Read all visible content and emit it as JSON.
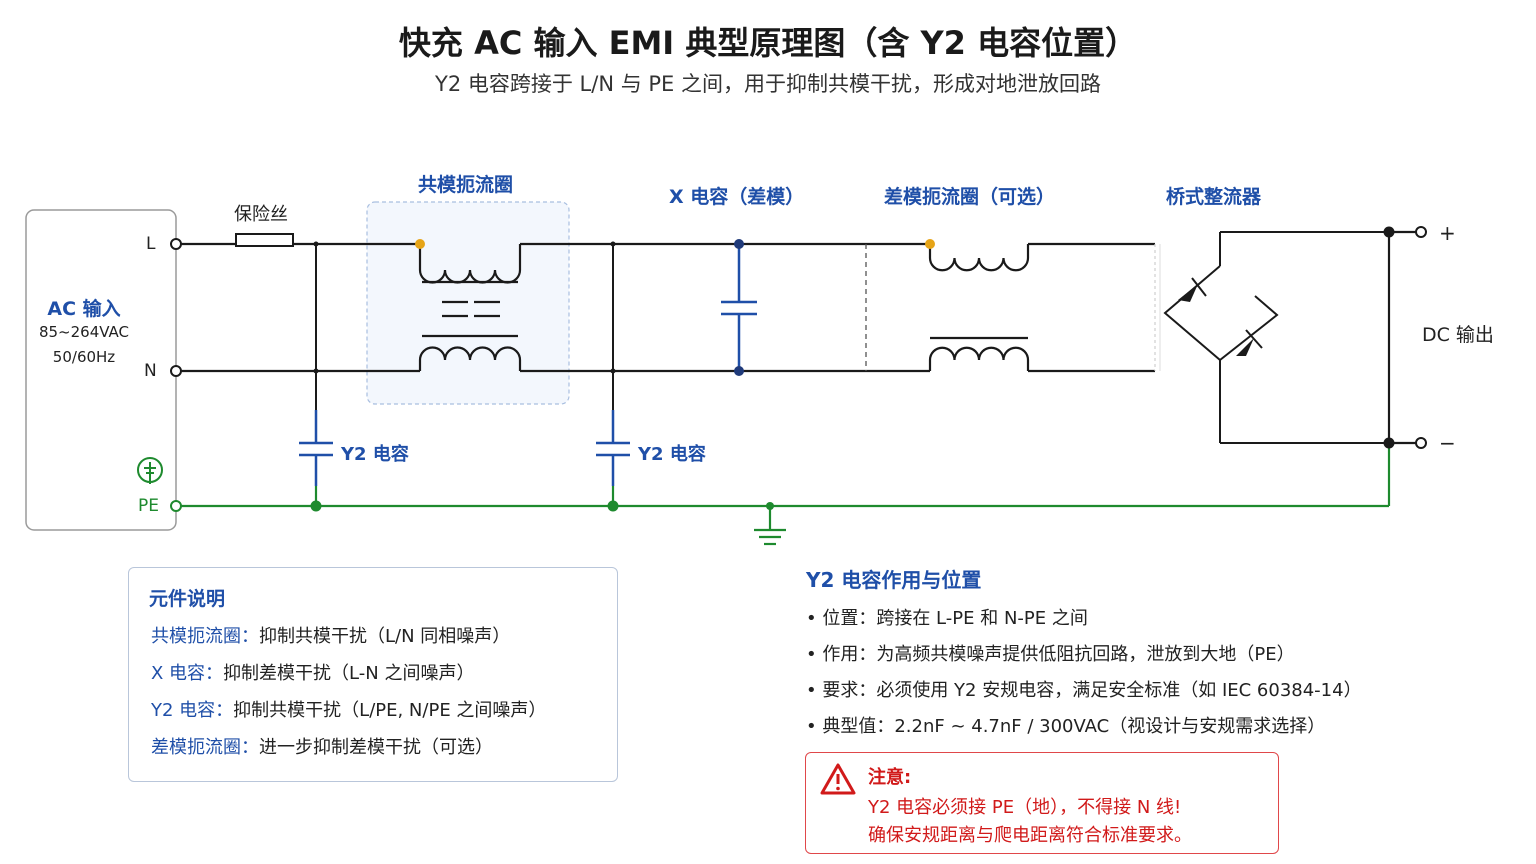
{
  "title": "快充 AC 输入 EMI 典型原理图（含 Y2 电容位置）",
  "subtitle": "Y2 电容跨接于 L/N 与 PE 之间，用于抑制共模干扰，形成对地泄放回路",
  "ac_input": {
    "title": "AC 输入",
    "voltage": "85~264VAC",
    "freq": "50/60Hz",
    "terminal_l": "L",
    "terminal_n": "N",
    "terminal_pe": "PE"
  },
  "labels": {
    "fuse": "保险丝",
    "cm_choke": "共模扼流圈",
    "x_cap": "X 电容（差模）",
    "dm_choke": "差模扼流圈（可选）",
    "bridge": "桥式整流器",
    "y2_cap_1": "Y2 电容",
    "y2_cap_2": "Y2 电容",
    "dc_out": "DC 输出",
    "plus": "+",
    "minus": "−"
  },
  "legend": {
    "title": "元件说明",
    "items": [
      {
        "key": "共模扼流圈：",
        "desc": "抑制共模干扰（L/N 同相噪声）"
      },
      {
        "key": "X 电容：",
        "desc": "抑制差模干扰（L-N 之间噪声）"
      },
      {
        "key": "Y2 电容：",
        "desc": "抑制共模干扰（L/PE, N/PE 之间噪声）"
      },
      {
        "key": "差模扼流圈：",
        "desc": "进一步抑制差模干扰（可选）"
      }
    ]
  },
  "y2_info": {
    "title": "Y2 电容作用与位置",
    "bullets": [
      "• 位置：跨接在 L-PE 和 N-PE 之间",
      "• 作用：为高频共模噪声提供低阻抗回路，泄放到大地（PE）",
      "• 要求：必须使用 Y2 安规电容，满足安全标准（如 IEC 60384-14）",
      "• 典型值：2.2nF ~ 4.7nF / 300VAC（视设计与安规需求选择）"
    ]
  },
  "warning": {
    "title": "注意:",
    "line1": "Y2 电容必须接 PE（地），不得接 N 线!",
    "line2": "确保安规距离与爬电距离符合标准要求。"
  },
  "colors": {
    "wire": "#1a1a1a",
    "pe_wire": "#1e8a2e",
    "cap_blue": "#1f4fa8",
    "dot_orange": "#e6a417",
    "warn_red": "#d11a1a"
  }
}
